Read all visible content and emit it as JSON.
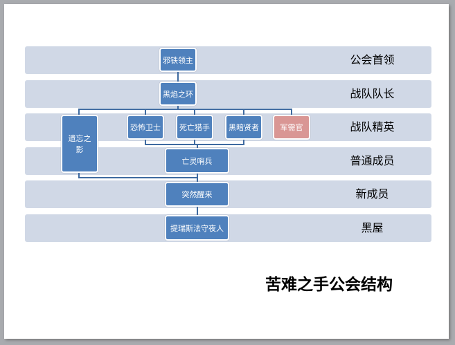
{
  "tiers": [
    "公会首领",
    "战队队长",
    "战队精英",
    "普通成员",
    "新成员",
    "黑屋"
  ],
  "nodes": {
    "leader": "邪铁领主",
    "captain": "黑焰之环",
    "forgotten": "遗忘之影",
    "terror": "恐怖卫士",
    "death": "死亡猎手",
    "sage": "黑暗贤者",
    "quartermaster": "军需官",
    "sentinel": "亡灵哨兵",
    "awakened": "突然醒来",
    "watcher": "提瑞斯法守夜人"
  },
  "title": "苦难之手公会结构",
  "colors": {
    "node": "#4f81bd",
    "quartermaster": "#d99694",
    "band": "#d0d8e6"
  }
}
